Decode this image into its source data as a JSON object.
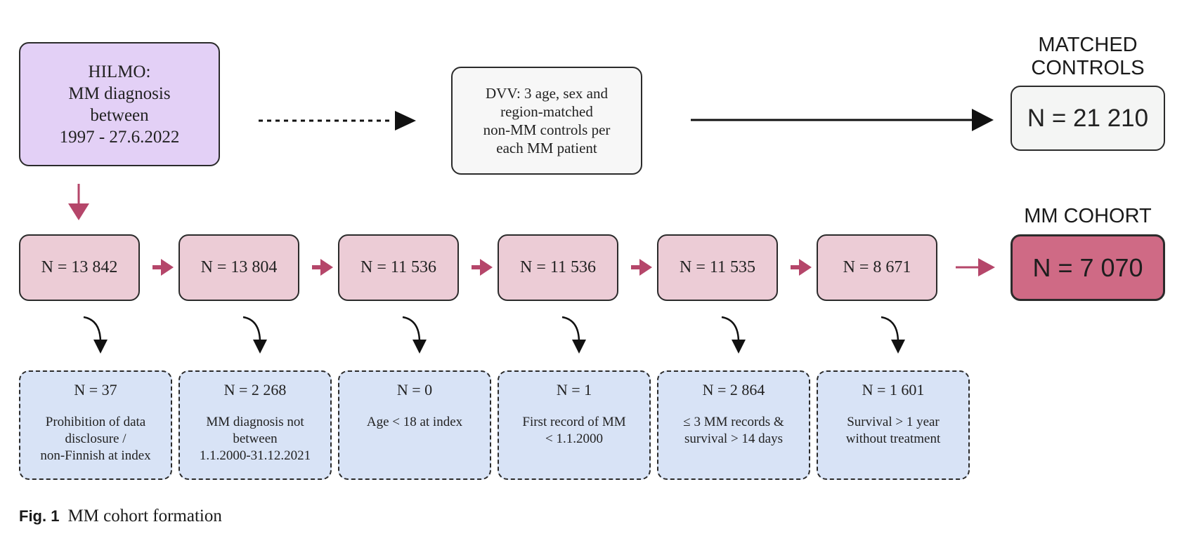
{
  "source": {
    "lines": [
      "HILMO:",
      "MM diagnosis",
      "between",
      "1997 - 27.6.2022"
    ]
  },
  "controls_selection": {
    "lines": [
      "DVV: 3 age, sex and",
      "region-matched",
      "non-MM controls per",
      "each MM patient"
    ]
  },
  "matched_controls": {
    "heading_lines": [
      "MATCHED",
      "CONTROLS"
    ],
    "count": "N = 21 210"
  },
  "mm_cohort": {
    "heading": "MM COHORT",
    "count": "N = 7 070"
  },
  "steps": [
    "N = 13 842",
    "N = 13 804",
    "N = 11 536",
    "N = 11 536",
    "N = 11 535",
    "N = 8 671"
  ],
  "exclusions": [
    {
      "count": "N = 37",
      "lines": [
        "Prohibition of data",
        "disclosure /",
        "non-Finnish at index"
      ]
    },
    {
      "count": "N = 2 268",
      "lines": [
        "MM diagnosis not",
        "between",
        "1.1.2000-31.12.2021"
      ]
    },
    {
      "count": "N = 0",
      "lines": [
        "Age < 18 at index"
      ]
    },
    {
      "count": "N = 1",
      "lines": [
        "First record of MM",
        "< 1.1.2000"
      ]
    },
    {
      "count": "N = 2 864",
      "lines": [
        "≤ 3 MM records &",
        "survival > 14 days"
      ]
    },
    {
      "count": "N = 1 601",
      "lines": [
        "Survival > 1 year",
        "without treatment"
      ]
    }
  ],
  "caption": {
    "label": "Fig. 1",
    "text": "MM cohort formation"
  },
  "colors": {
    "source_fill": "#e3d0f6",
    "step_fill": "#ecccd6",
    "cohort_fill": "#cf6a85",
    "exclusion_fill": "#d8e3f6",
    "neutral_fill": "#f7f7f7",
    "flow_arrow": "#b5466a",
    "black_arrow": "#111111"
  }
}
